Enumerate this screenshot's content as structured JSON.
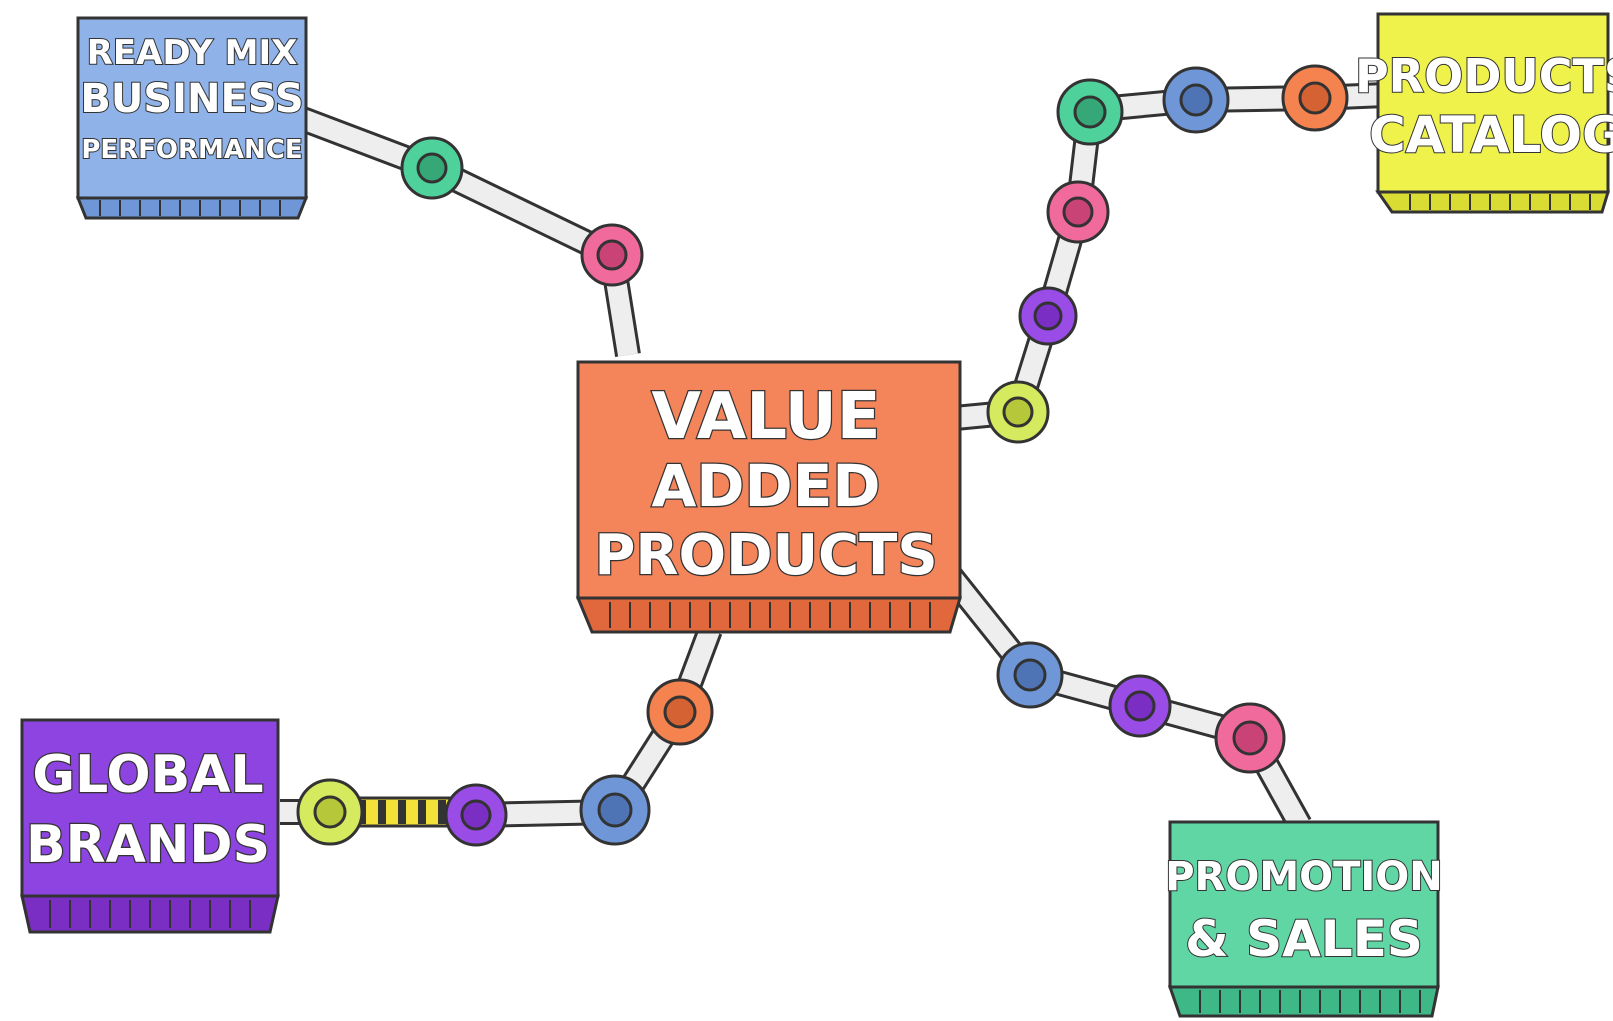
{
  "center": {
    "lines": [
      "VALUE",
      "ADDED",
      "PRODUCTS"
    ],
    "color": "#f4845a"
  },
  "nodes": {
    "ready_mix": {
      "lines": [
        "READY MIX",
        "BUSINESS",
        "PERFORMANCE"
      ],
      "color": "#8fb3e8"
    },
    "products_catalog": {
      "lines": [
        "PRODUCTS",
        "CATALOG"
      ],
      "color": "#eef24a"
    },
    "global_brands": {
      "lines": [
        "GLOBAL",
        "BRANDS"
      ],
      "color": "#8e44e0"
    },
    "promotion_sales": {
      "lines": [
        "PROMOTION",
        "& SALES"
      ],
      "color": "#5fd6a4"
    }
  },
  "connector_colors": {
    "green": "#4fd19b",
    "pink": "#f06b9c",
    "blue": "#6f97d8",
    "orange": "#f5834f",
    "purple": "#9a4ce6",
    "lime": "#d5ea5e"
  }
}
